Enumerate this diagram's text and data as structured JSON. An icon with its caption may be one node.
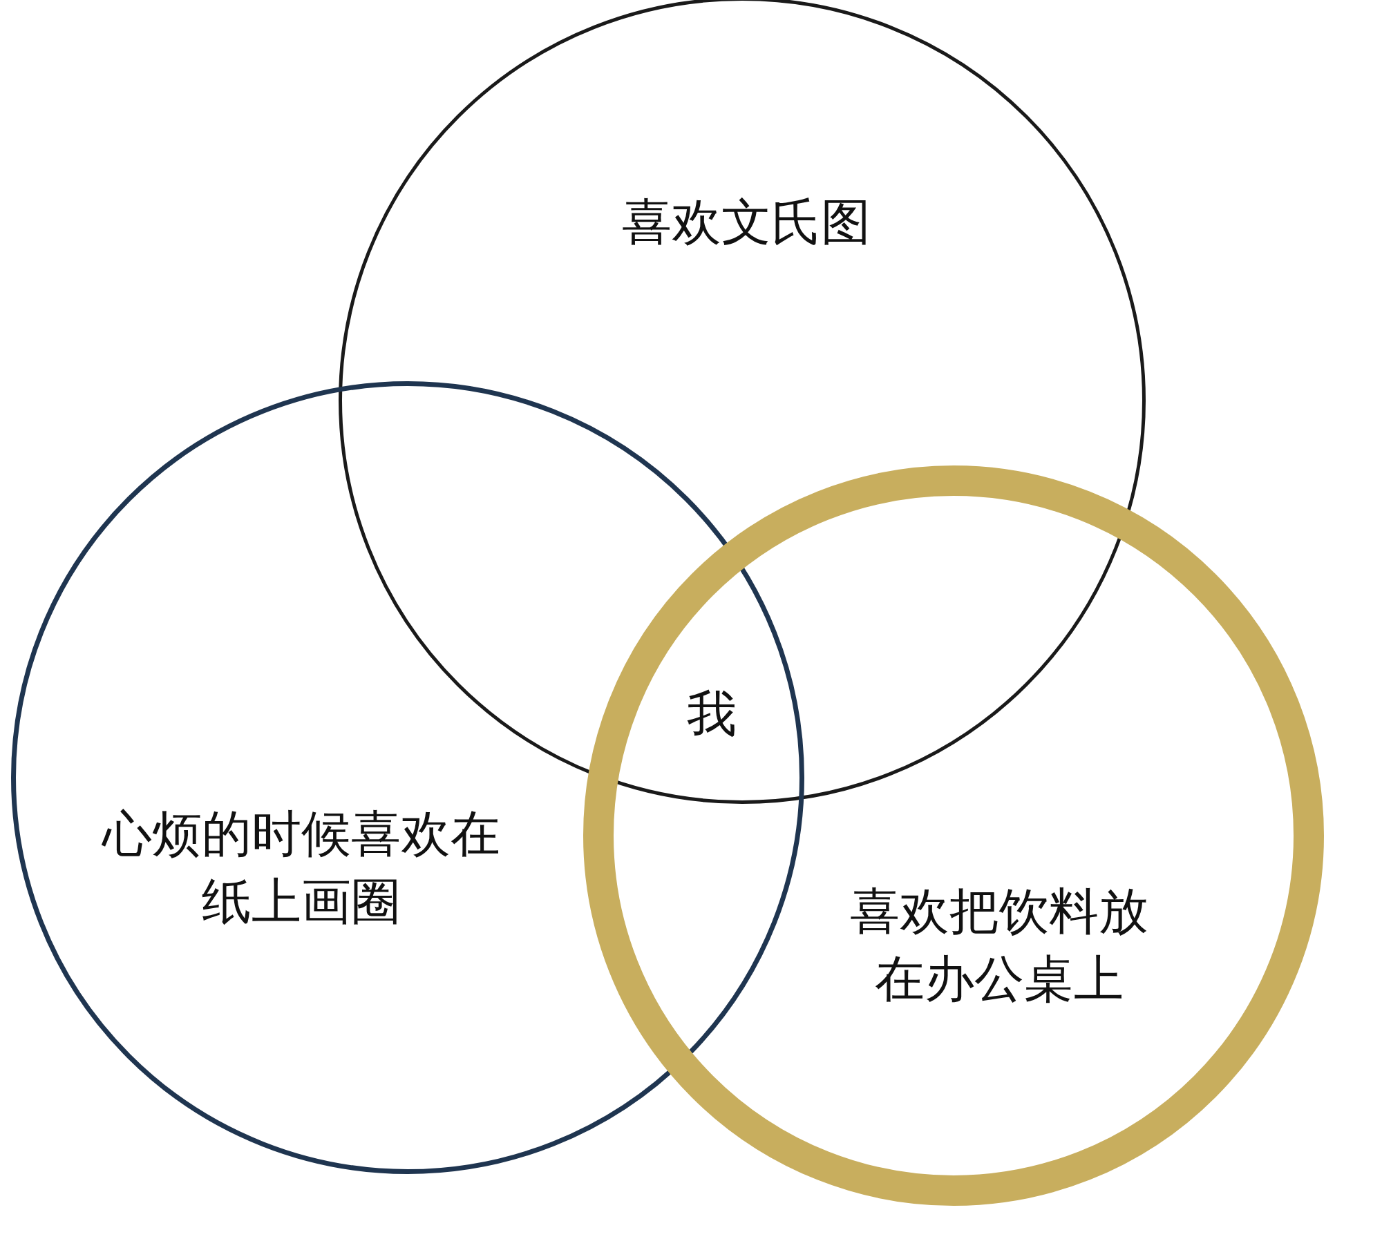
{
  "diagram": {
    "nodes": [
      {
        "text": [
          "喜欢文氏图"
        ]
      },
      {
        "text": [
          "心烦的时候喜欢在纸上画圈"
        ]
      },
      {
        "text": [
          "喜欢把饮料放在办公桌上"
        ]
      }
    ],
    "labels": [
      "我"
    ]
  }
}
